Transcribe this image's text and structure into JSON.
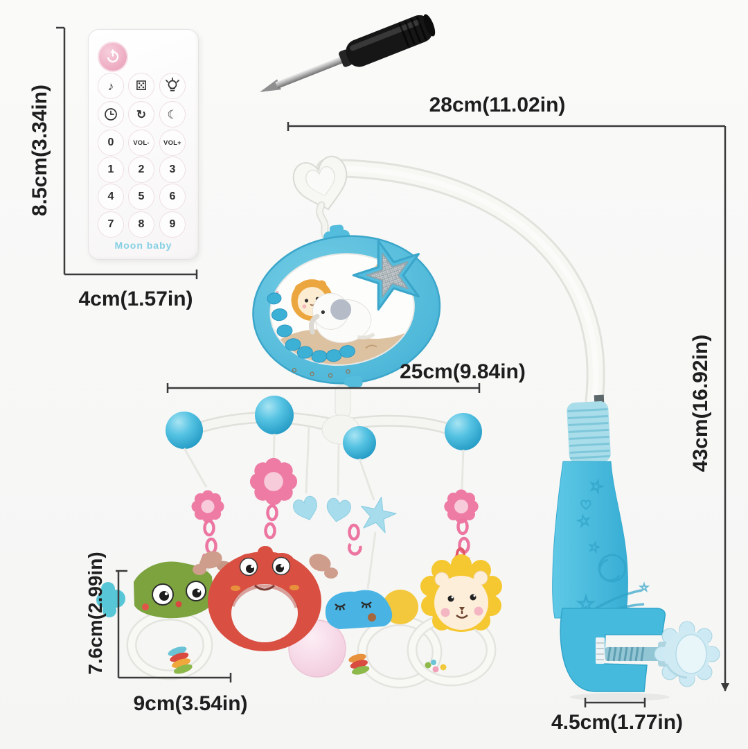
{
  "dimensions": {
    "remote_height": "8.5cm(3.34in)",
    "remote_width": "4cm(1.57in)",
    "arm_span": "28cm(11.02in)",
    "mobile_width": "25cm(9.84in)",
    "stand_height": "43cm(16.92in)",
    "rattle_height": "7.6cm(2.99in)",
    "rattle_width": "9cm(3.54in)",
    "clamp_width": "4.5cm(1.77in)"
  },
  "remote": {
    "brand": "Moon baby",
    "icons": [
      {
        "name": "power"
      },
      {
        "name": "music-note",
        "glyph": "♪"
      },
      {
        "name": "star-dice",
        "glyph": "⚄"
      },
      {
        "name": "light"
      },
      {
        "name": "timer"
      },
      {
        "name": "repeat",
        "glyph": "↻"
      },
      {
        "name": "sleep-moon",
        "glyph": "☾"
      }
    ],
    "keys": [
      [
        "0",
        "VOL-",
        "VOL+"
      ],
      [
        "1",
        "2",
        "3"
      ],
      [
        "4",
        "5",
        "6"
      ],
      [
        "7",
        "8",
        "9"
      ]
    ]
  },
  "colors": {
    "mobile_blue": "#4fbddf",
    "stand_blue": "#45badd",
    "ornament_pink": "#ee7ba4",
    "pastel_blue": "#a7dcec",
    "crab_red": "#d94f42",
    "owl_green": "#7da33f",
    "whale_blue": "#49b4e4",
    "lion_yellow": "#f5c832",
    "dimension_line": "#3a3a3a"
  }
}
